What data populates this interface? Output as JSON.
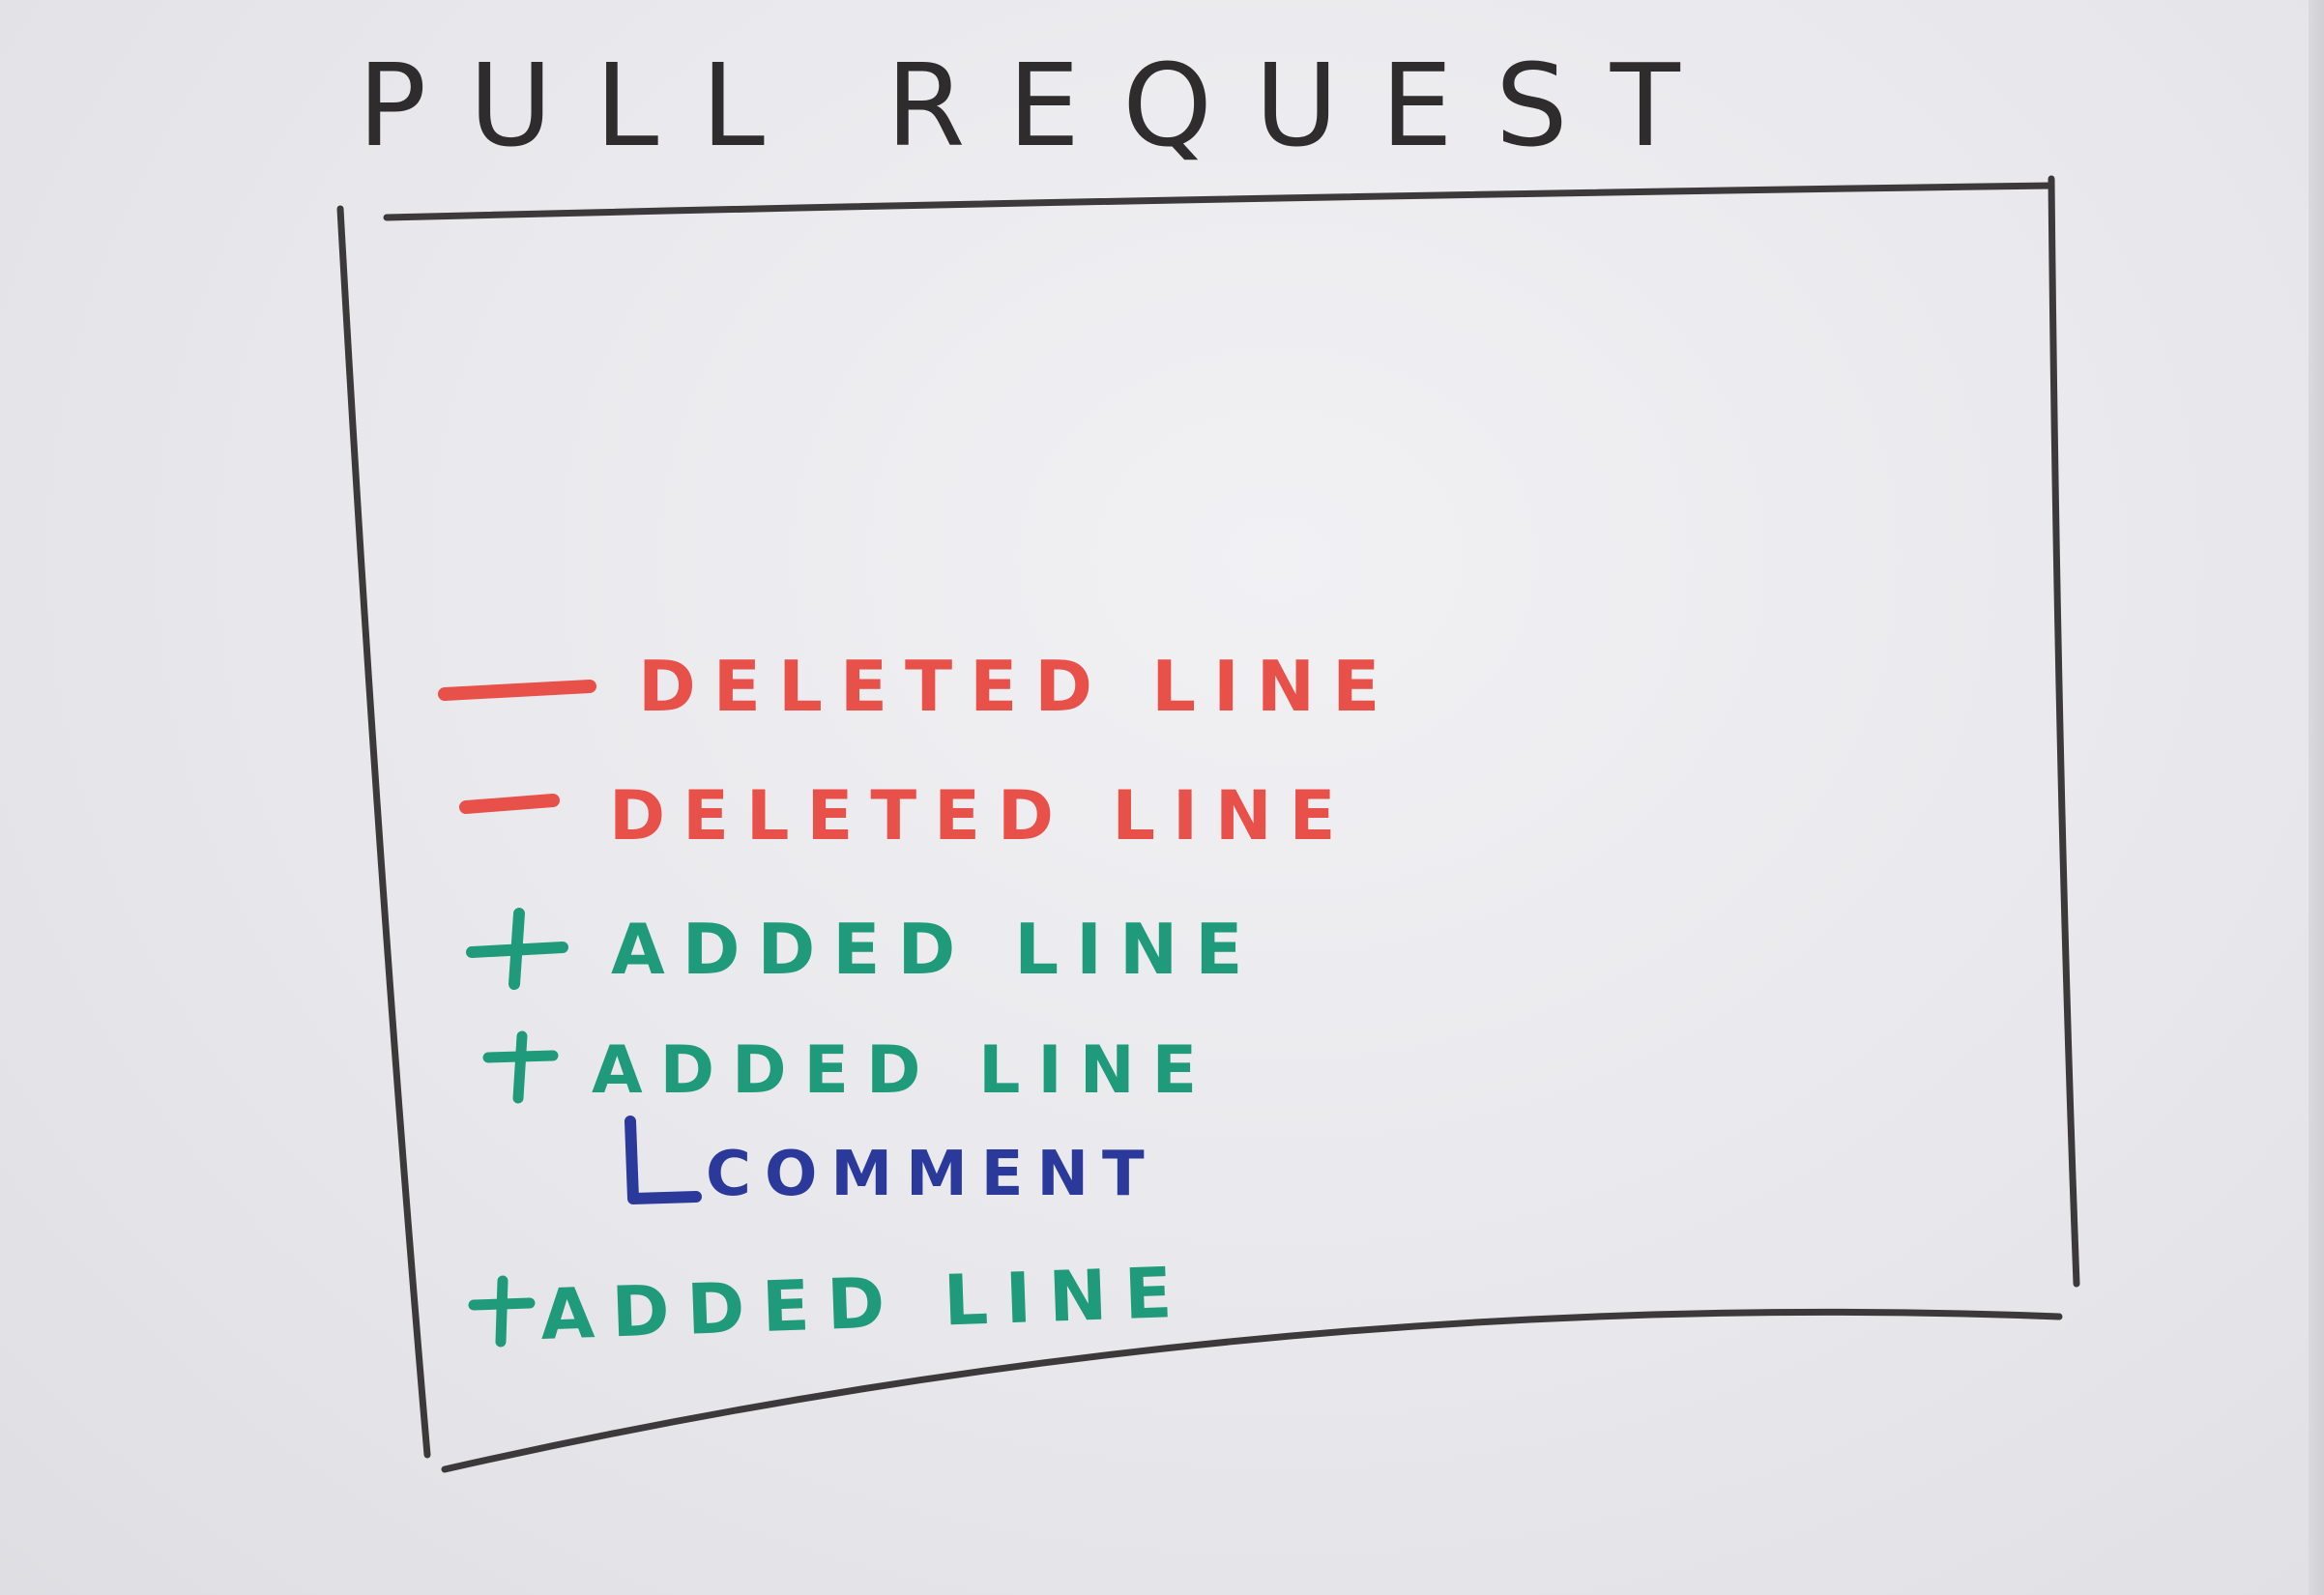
{
  "title": "PULL REQUEST",
  "lines": [
    {
      "sign": "—",
      "text": "DELETED LINE",
      "kind": "deleted"
    },
    {
      "sign": "—",
      "text": "DELETED LINE",
      "kind": "deleted"
    },
    {
      "sign": "+",
      "text": "ADDED LINE",
      "kind": "added"
    },
    {
      "sign": "+",
      "text": "ADDED LINE",
      "kind": "added"
    },
    {
      "sign": "L",
      "text": "COMMENT",
      "kind": "comment"
    },
    {
      "sign": "+",
      "text": "ADDED LINE",
      "kind": "added"
    }
  ],
  "colors": {
    "ink": "#2e2c2c",
    "deleted": "#e8504a",
    "added": "#1f9a7a",
    "comment": "#2b3a9a",
    "paper": "#ececef"
  }
}
